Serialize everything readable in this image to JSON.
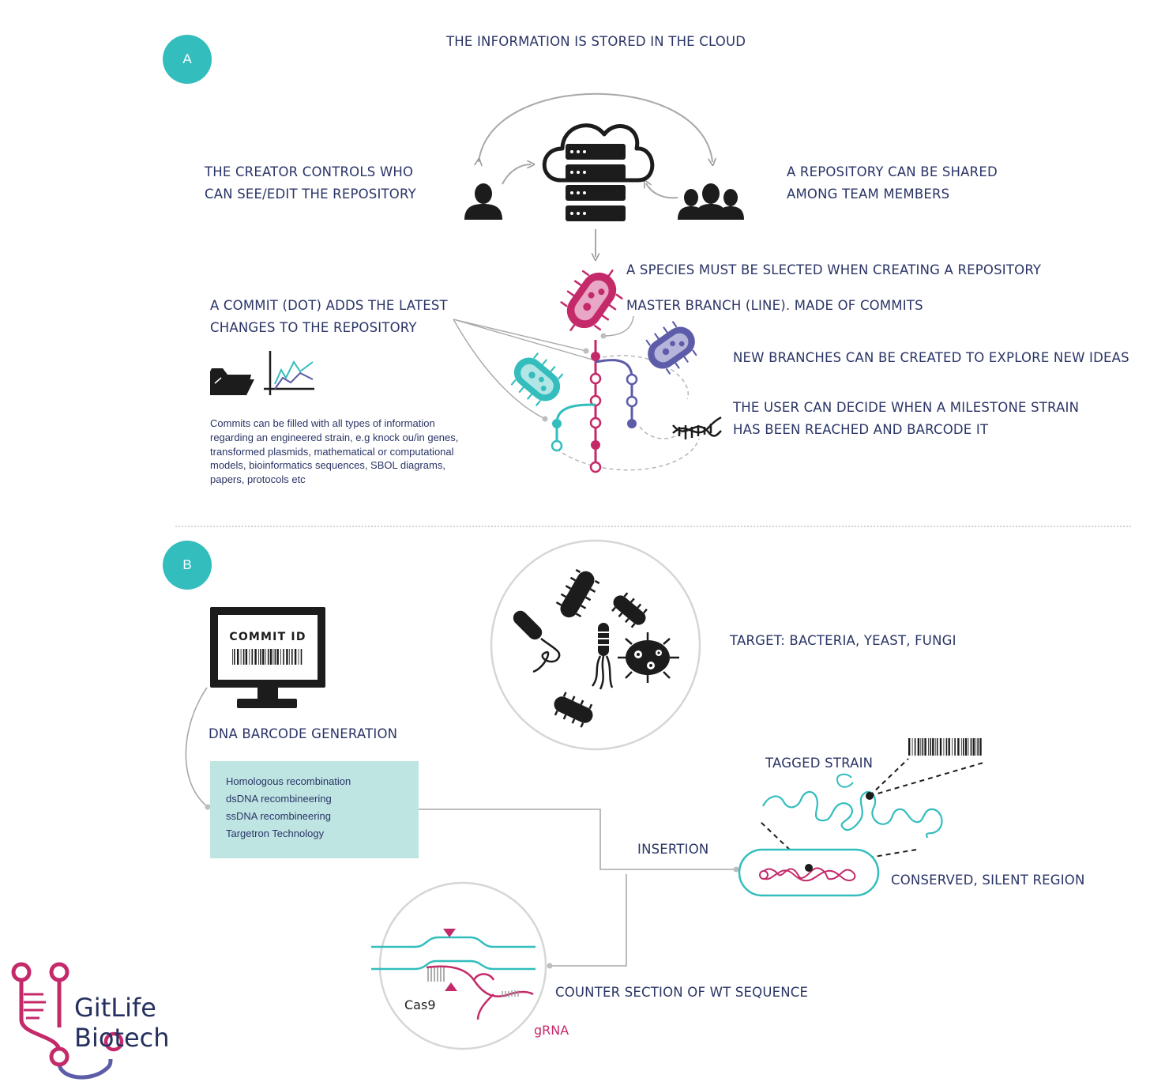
{
  "section_a": {
    "badge": "A",
    "cloud_title": "THE INFORMATION IS STORED IN THE CLOUD",
    "creator": [
      "THE CREATOR CONTROLS WHO",
      "CAN SEE/EDIT THE REPOSITORY"
    ],
    "shared": [
      "A REPOSITORY CAN BE SHARED",
      "AMONG TEAM MEMBERS"
    ],
    "species": "A SPECIES MUST BE SLECTED WHEN CREATING A REPOSITORY",
    "master_branch": "MASTER BRANCH (LINE). MADE OF COMMITS",
    "commit": [
      "A COMMIT (DOT) ADDS THE LATEST",
      "CHANGES TO THE REPOSITORY"
    ],
    "new_branches": "NEW BRANCHES CAN BE CREATED TO EXPLORE NEW IDEAS",
    "milestone": [
      "THE USER CAN DECIDE WHEN A MILESTONE STRAIN",
      "HAS BEEN REACHED AND BARCODE IT"
    ],
    "commit_info": [
      "Commits can be filled with all types of information",
      "regarding an engineered strain, e.g knock ou/in genes,",
      "transformed plasmids, mathematical or computational",
      "models, bioinformatics sequences, SBOL diagrams,",
      "papers, protocols etc"
    ]
  },
  "section_b": {
    "badge": "B",
    "commit_id": "COMMIT ID",
    "barcode_generation": "DNA BARCODE GENERATION",
    "target": "TARGET: BACTERIA, YEAST, FUNGI",
    "methods": [
      "Homologous recombination",
      "dsDNA recombineering",
      "ssDNA recombineering",
      "Targetron Technology"
    ],
    "tagged_strain": "TAGGED STRAIN",
    "insertion": "INSERTION",
    "conserved": "CONSERVED, SILENT REGION",
    "counter_section": "COUNTER SECTION OF WT SEQUENCE",
    "cas9": "Cas9",
    "grna": "gRNA"
  },
  "logo": {
    "line1": "GitLife",
    "line2": "Biotech"
  },
  "colors": {
    "teal": "#33bdbd",
    "magenta": "#c42a6a",
    "purple": "#5c5ca8",
    "navy": "#26305e",
    "grey": "#a8a8a8",
    "box": "#bfe5e3"
  },
  "icons": [
    "cloud-server-icon",
    "person-icon",
    "team-icon",
    "bacterium-icon",
    "dna-helix-icon",
    "folder-icon",
    "chart-icon",
    "monitor-icon",
    "barcode-icon",
    "microbes-icon"
  ]
}
